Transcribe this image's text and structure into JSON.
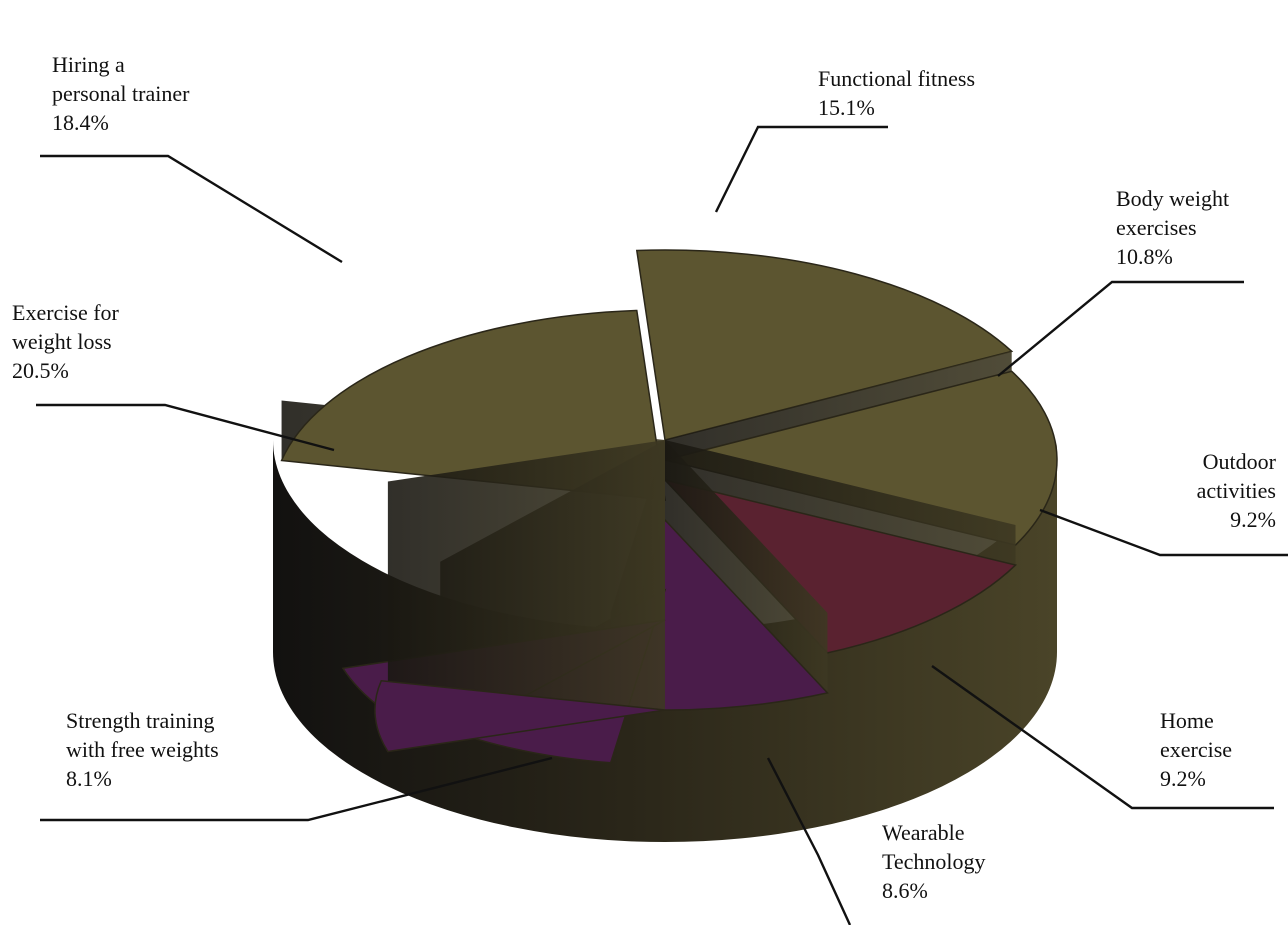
{
  "chart_data": {
    "type": "pie",
    "style": "3d-exploded",
    "slices": [
      {
        "key": "weight_loss",
        "lines": [
          "Exercise for",
          "weight loss"
        ],
        "value": 20.5,
        "value_label": "20.5%"
      },
      {
        "key": "personal_trainer",
        "lines": [
          "Hiring a",
          "personal trainer"
        ],
        "value": 18.4,
        "value_label": "18.4%"
      },
      {
        "key": "functional_fitness",
        "lines": [
          "Functional fitness"
        ],
        "value": 15.1,
        "value_label": "15.1%"
      },
      {
        "key": "body_weight",
        "lines": [
          "Body weight",
          "exercises"
        ],
        "value": 10.8,
        "value_label": "10.8%"
      },
      {
        "key": "outdoor",
        "lines": [
          "Outdoor",
          "activities"
        ],
        "value": 9.2,
        "value_label": "9.2%"
      },
      {
        "key": "home",
        "lines": [
          "Home",
          "exercise"
        ],
        "value": 9.2,
        "value_label": "9.2%"
      },
      {
        "key": "wearable",
        "lines": [
          "Wearable",
          "Technology"
        ],
        "value": 8.6,
        "value_label": "8.6%"
      },
      {
        "key": "free_weights",
        "lines": [
          "Strength training",
          "with free weights"
        ],
        "value": 8.1,
        "value_label": "8.1%"
      }
    ],
    "colors": {
      "body": "#3a3526",
      "body_dark": "#16140f",
      "top_olive": "#5c5530",
      "top_purple": "#4a1c4a",
      "top_maroon": "#5a2230",
      "leader_line": "#111111"
    }
  }
}
